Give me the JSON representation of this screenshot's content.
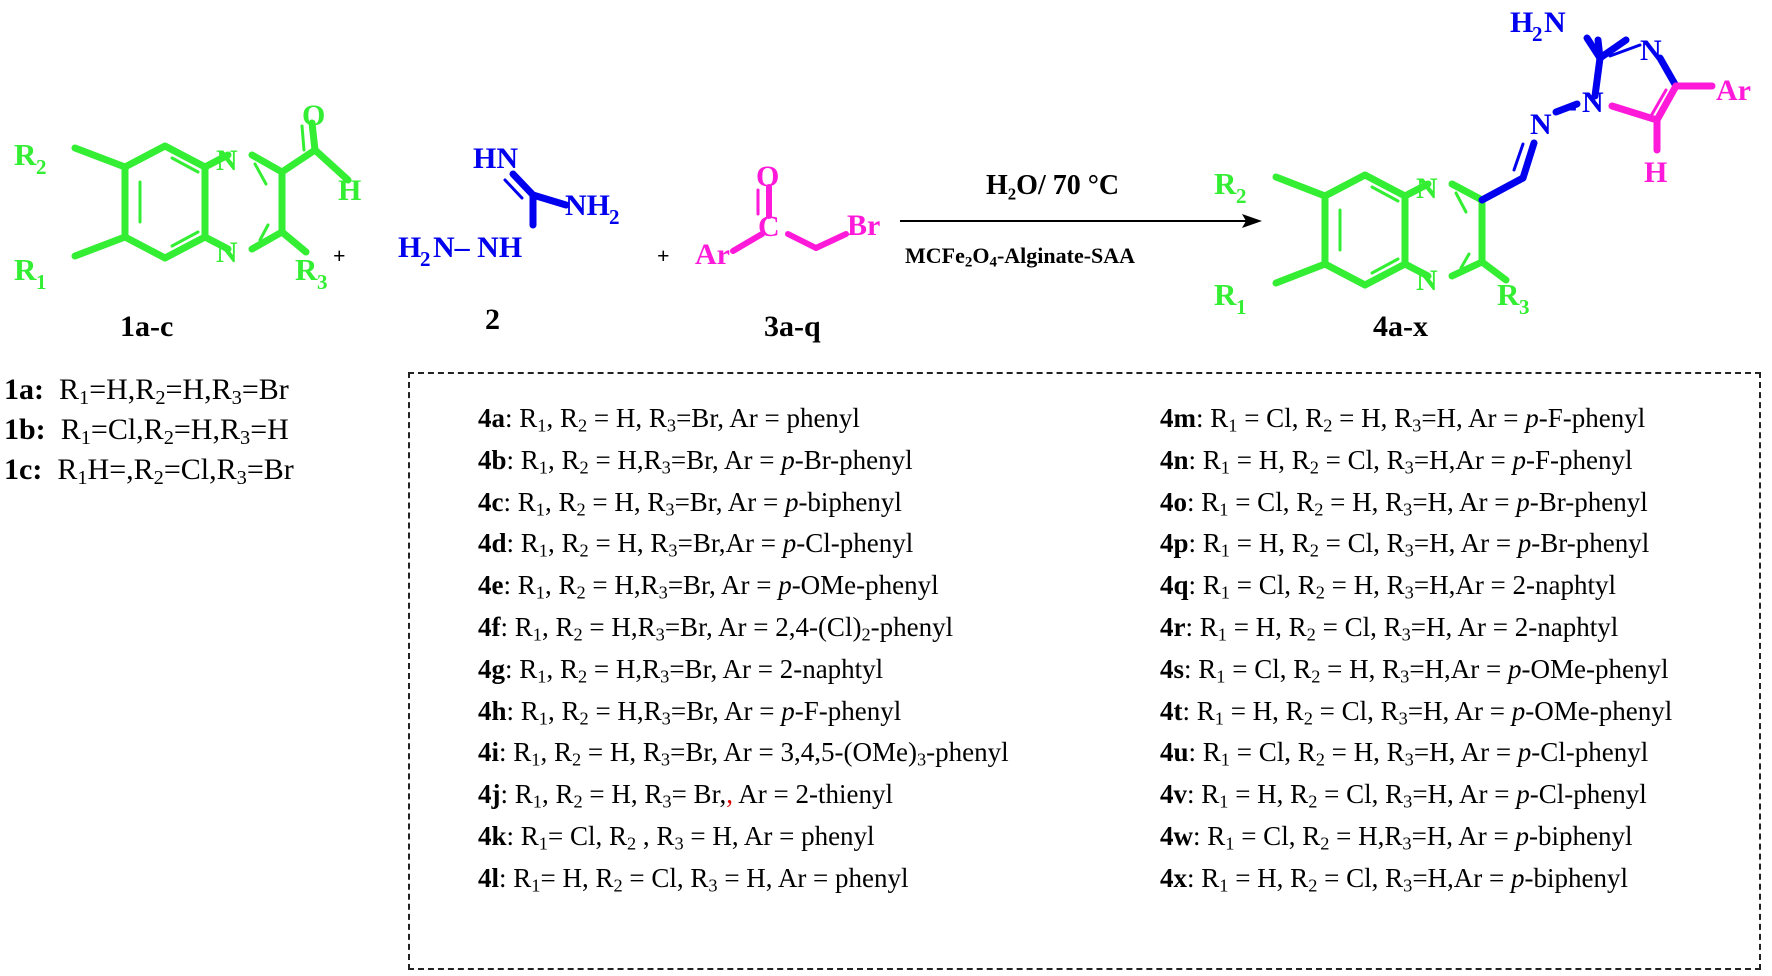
{
  "colors": {
    "quinoxaline": "#33ee33",
    "guanidine": "#0000ee",
    "ketone": "#ff1ad9"
  },
  "compounds": {
    "quinoxaline_label": "1a-c",
    "guanidine_label": "2",
    "bromoketone_label": "3a-q",
    "product_label": "4a-x"
  },
  "atoms": {
    "R1": "R",
    "R1_sub": "1",
    "R2": "R",
    "R2_sub": "2",
    "R3": "R",
    "R3_sub": "3",
    "N": "N",
    "O": "O",
    "H": "H",
    "Br": "Br",
    "Ar": "Ar",
    "C": "C",
    "HN": "HN",
    "NH2": "NH",
    "NH2_sub": "2",
    "H2N_hydrazine": "H",
    "H2N_sub": "2",
    "N_dash_NH": "N– NH",
    "H2N_amine": "H",
    "H2N_amine_sub": "2",
    "N_amine": "N"
  },
  "plus": "+",
  "conditions": {
    "top": "H₂O/ 70 °C",
    "bottom_pre": "MCFe",
    "bottom_sub1": "2",
    "bottom_mid": "O",
    "bottom_sub2": "4",
    "bottom_post": "-Alginate-SAA"
  },
  "starting_materials": [
    {
      "id": "1a:",
      "r1": "=H,R",
      "r2": "=H,R",
      "r3": "=Br"
    },
    {
      "id": "1b:",
      "r1": "=Cl,R",
      "r2": "=H,R",
      "r3": "=H"
    },
    {
      "id": "1c:",
      "r1": "H=,R",
      "r2": "=Cl,R",
      "r3": "=Br"
    }
  ],
  "products": [
    {
      "id": "4a",
      "text": ": R1, R2 = H, R3=Br, Ar = phenyl"
    },
    {
      "id": "4b",
      "text": ": R1, R2 = H,R3=Br, Ar = p-Br-phenyl"
    },
    {
      "id": "4c",
      "text": ": R1, R2 = H, R3=Br, Ar = p-biphenyl"
    },
    {
      "id": "4d",
      "text": ": R1, R2 = H, R3=Br,Ar = p-Cl-phenyl"
    },
    {
      "id": "4e",
      "text": ": R1, R2 = H,R3=Br,  Ar = p-OMe-phenyl"
    },
    {
      "id": "4f",
      "text": ": R1, R2 = H,R3=Br,  Ar = 2,4-(Cl)2-phenyl"
    },
    {
      "id": "4g",
      "text": ": R1, R2 = H,R3=Br,  Ar = 2-naphtyl"
    },
    {
      "id": "4h",
      "text": ": R1, R2 = H,R3=Br,  Ar = p-F-phenyl"
    },
    {
      "id": "4i",
      "text": ": R1, R2 = H, R3=Br, Ar = 3,4,5-(OMe)3-phenyl"
    },
    {
      "id": "4j",
      "text": ": R1, R2 = H, R3= Br,, Ar = 2-thienyl"
    },
    {
      "id": "4k",
      "text": ": R1= Cl, R2 , R3  = H, Ar = phenyl"
    },
    {
      "id": "4l",
      "text": ": R1= H, R2 = Cl, R3  = H, Ar = phenyl"
    },
    {
      "id": "4m",
      "text": ": R1 = Cl, R2 = H, R3=H, Ar = p-F-phenyl"
    },
    {
      "id": "4n",
      "text": ": R1 = H, R2 = Cl, R3=H,Ar = p-F-phenyl"
    },
    {
      "id": "4o",
      "text": ": R1 = Cl, R2 = H, R3=H, Ar = p-Br-phenyl"
    },
    {
      "id": "4p",
      "text": ": R1 = H, R2 = Cl, R3=H, Ar = p-Br-phenyl"
    },
    {
      "id": "4q",
      "text": ": R1 = Cl, R2 = H, R3=H,Ar = 2-naphtyl"
    },
    {
      "id": "4r",
      "text": ": R1 = H, R2 = Cl, R3=H, Ar = 2-naphtyl"
    },
    {
      "id": "4s",
      "text": ": R1 = Cl, R2 = H, R3=H,Ar = p-OMe-phenyl"
    },
    {
      "id": "4t",
      "text": ": R1 = H, R2 = Cl, R3=H, Ar = p-OMe-phenyl"
    },
    {
      "id": "4u",
      "text": ": R1 = Cl, R2 = H, R3=H, Ar = p-Cl-phenyl"
    },
    {
      "id": "4v",
      "text": ": R1 = H, R2 = Cl, R3=H, Ar = p-Cl-phenyl"
    },
    {
      "id": "4w",
      "text": ": R1 = Cl, R2 = H,R3=H, Ar = p-biphenyl"
    },
    {
      "id": "4x",
      "text": ": R1 = H, R2 = Cl, R3=H,Ar = p-biphenyl"
    }
  ]
}
